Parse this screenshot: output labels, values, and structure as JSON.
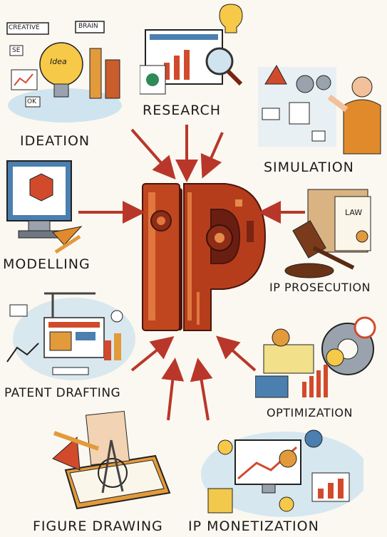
{
  "labels": {
    "ideation": "IDEATION",
    "research": "RESEARCH",
    "simulation": "SIMULATION",
    "modelling": "MODELLING",
    "ip_prosecution": "IP PROSECUTION",
    "patent_drafting": "PATENT DRAFTING",
    "optimization": "OPTIMIZATION",
    "figure_drawing": "FIGURE DRAWING",
    "ip_monetization": "IP MONETIZATION"
  },
  "tags": {
    "creative": "CREATIVE",
    "brain": "BRAIN",
    "idea": "Idea",
    "se": "SE",
    "ok": "OK",
    "law": "LAW"
  },
  "colors": {
    "arrow": "#b8372a",
    "center": "#c0461f",
    "center_dark": "#6a1e12"
  }
}
